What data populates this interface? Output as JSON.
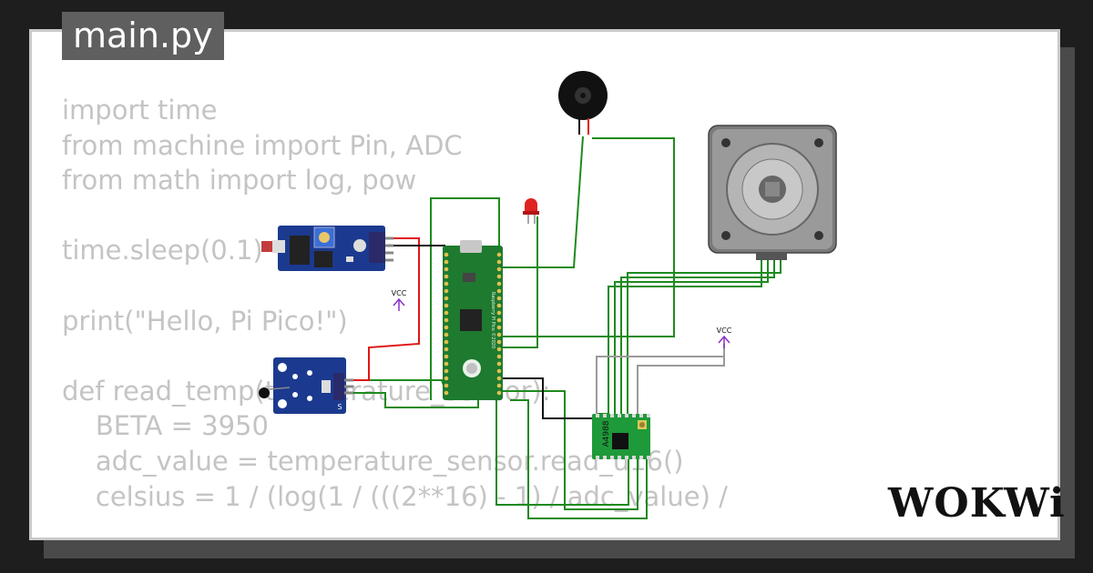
{
  "editor": {
    "file_name": "main.py",
    "code_lines": [
      "import time",
      "from machine import Pin, ADC",
      "from math import log, pow",
      "",
      "time.sleep(0.1)",
      "",
      "print(\"Hello, Pi Pico!\")",
      "",
      "def read_temp(temperature_sensor):",
      "    BETA = 3950",
      "    adc_value = temperature_sensor.read_u16()",
      "    celsius = 1 / (log(1 / (((2**16) - 1) / adc_value) /"
    ]
  },
  "circuit": {
    "vcc_label_1": "VCC",
    "vcc_label_2": "VCC",
    "driver_label": "A4988",
    "pico_label": "Raspberry Pi Pico ©2020",
    "ky_label": "S",
    "led_color": "#e0231f",
    "wire_green": "#1f8a1f",
    "wire_red": "#e01616",
    "wire_gray": "#9a9a9a",
    "vcc_color": "#8a2fc9"
  },
  "brand": {
    "logo_text": "WOKWi"
  }
}
